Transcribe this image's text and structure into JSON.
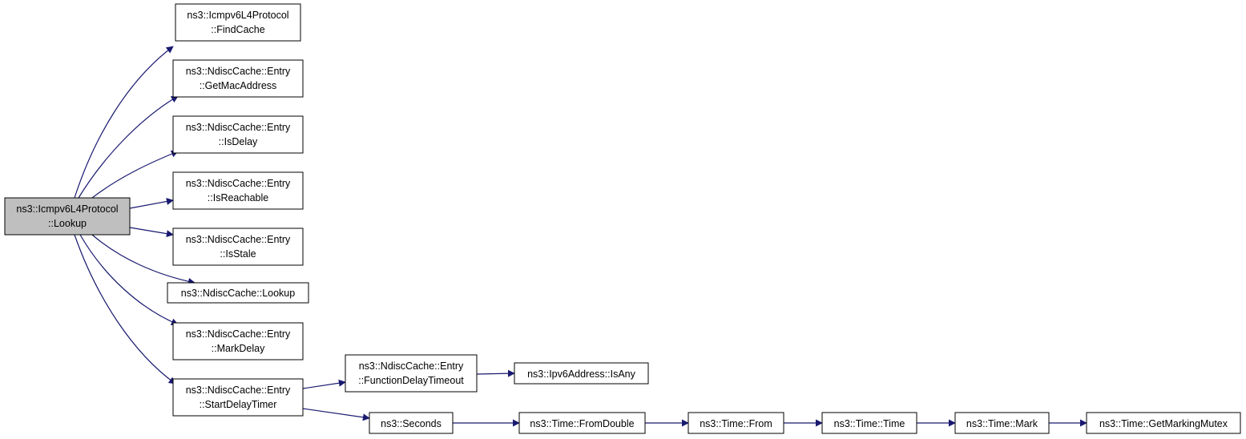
{
  "colors": {
    "edge": "#191970",
    "root_fill": "#bfbfbf",
    "node_fill": "#ffffff",
    "node_stroke": "#000000"
  },
  "nodes": {
    "root": [
      "ns3::Icmpv6L4Protocol",
      "::Lookup"
    ],
    "find_cache": [
      "ns3::Icmpv6L4Protocol",
      "::FindCache"
    ],
    "get_mac_address": [
      "ns3::NdiscCache::Entry",
      "::GetMacAddress"
    ],
    "is_delay": [
      "ns3::NdiscCache::Entry",
      "::IsDelay"
    ],
    "is_reachable": [
      "ns3::NdiscCache::Entry",
      "::IsReachable"
    ],
    "is_stale": [
      "ns3::NdiscCache::Entry",
      "::IsStale"
    ],
    "ndisc_lookup": [
      "ns3::NdiscCache::Lookup"
    ],
    "mark_delay": [
      "ns3::NdiscCache::Entry",
      "::MarkDelay"
    ],
    "start_delay_timer": [
      "ns3::NdiscCache::Entry",
      "::StartDelayTimer"
    ],
    "function_delay_timeout": [
      "ns3::NdiscCache::Entry",
      "::FunctionDelayTimeout"
    ],
    "is_any": [
      "ns3::Ipv6Address::IsAny"
    ],
    "seconds": [
      "ns3::Seconds"
    ],
    "from_double": [
      "ns3::Time::FromDouble"
    ],
    "from": [
      "ns3::Time::From"
    ],
    "time": [
      "ns3::Time::Time"
    ],
    "mark": [
      "ns3::Time::Mark"
    ],
    "get_marking_mutex": [
      "ns3::Time::GetMarkingMutex"
    ]
  }
}
